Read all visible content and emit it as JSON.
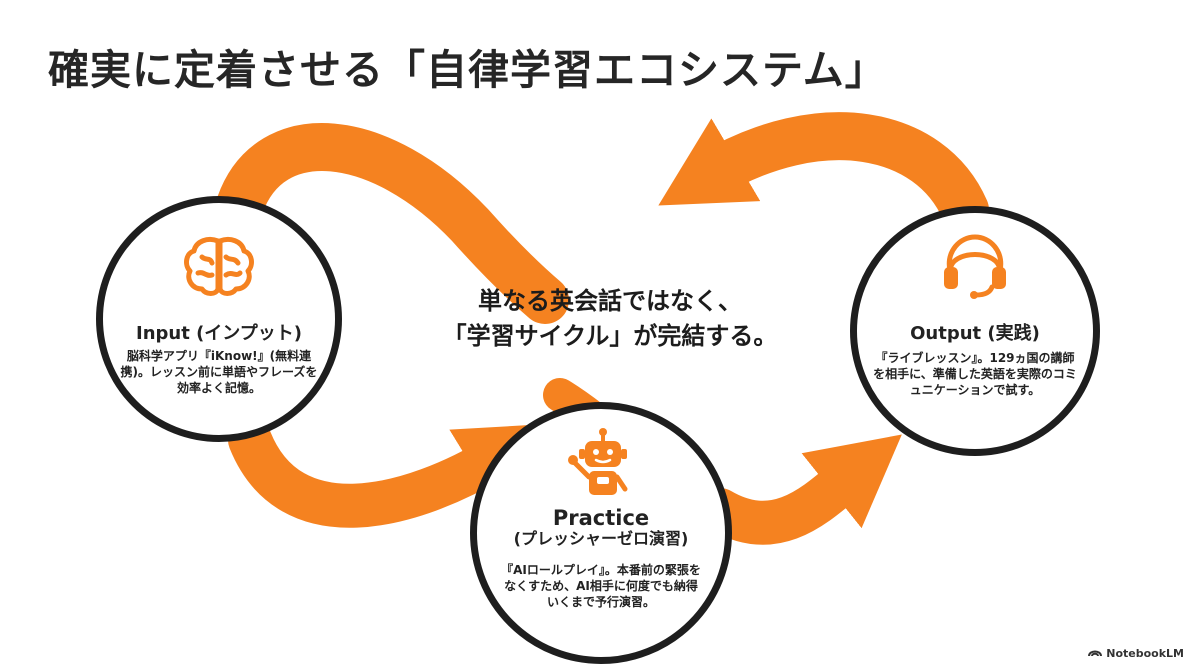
{
  "title": "確実に定着させる「自律学習エコシステム」",
  "center_message": {
    "line1": "単なる英会話ではなく、",
    "line2": "「学習サイクル」が完結する。"
  },
  "nodes": {
    "input": {
      "label": "Input (インプット)",
      "description": "脳科学アプリ『iKnow!』(無料連携)。レッスン前に単語やフレーズを効率よく記憶。",
      "icon": "brain-icon"
    },
    "output": {
      "label": "Output (実践)",
      "description": "『ライブレッスン』。129ヵ国の講師を相手に、準備した英語を実際のコミュニケーションで試す。",
      "icon": "headset-icon"
    },
    "practice": {
      "label": "Practice",
      "sublabel": "(プレッシャーゼロ演習)",
      "description": "『AIロールプレイ』。本番前の緊張をなくすため、AI相手に何度でも納得いくまで予行演習。",
      "icon": "robot-icon"
    }
  },
  "brand": "NotebookLM",
  "colors": {
    "accent": "#F58220",
    "circle_border": "#1E1E1E",
    "text": "#222222"
  }
}
